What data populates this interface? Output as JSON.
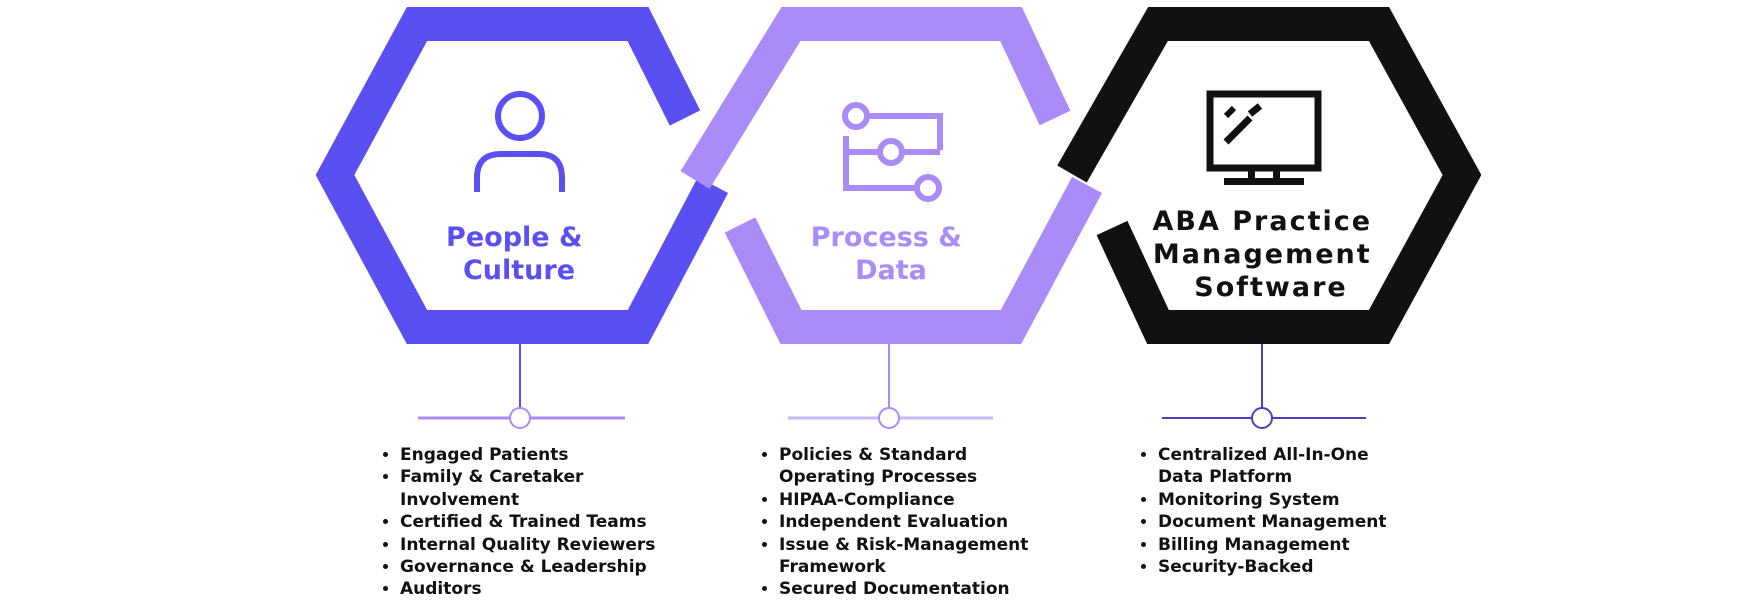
{
  "colors": {
    "people": "#5a4ff0",
    "people_light": "#a48bf7",
    "process": "#a98cf7",
    "software": "#111114",
    "text": "#111111"
  },
  "columns": [
    {
      "title_lines": [
        "People &",
        "Culture"
      ],
      "icon": "person-icon",
      "items": [
        "Engaged Patients",
        "Family & Caretaker Involvement",
        "Certified & Trained Teams",
        "Internal Quality Reviewers",
        "Governance & Leadership",
        "Auditors"
      ]
    },
    {
      "title_lines": [
        "Process &",
        "Data"
      ],
      "icon": "process-flow-icon",
      "items": [
        "Policies & Standard Operating Processes",
        "HIPAA-Compliance",
        "Independent Evaluation",
        "Issue & Risk-Management Framework",
        "Secured Documentation"
      ]
    },
    {
      "title_lines": [
        "ABA Practice",
        "Management",
        "Software"
      ],
      "icon": "monitor-icon",
      "items": [
        "Centralized All-In-One Data Platform",
        "Monitoring System",
        "Document Management",
        "Billing Management",
        "Security-Backed"
      ]
    }
  ]
}
